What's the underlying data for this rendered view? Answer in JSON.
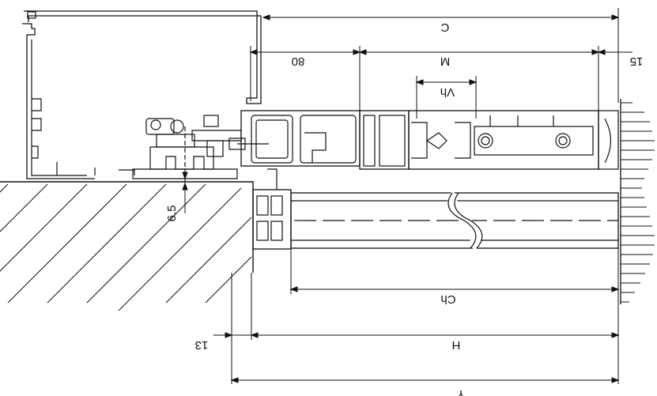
{
  "dimensions": {
    "C": "C",
    "d80": "80",
    "M": "M",
    "d15": "15",
    "Vh": "Vh",
    "d65": "6.5",
    "Ch": "Ch",
    "d13": "13",
    "H": "H",
    "Y": "Y"
  },
  "colors": {
    "line": "#111111",
    "hatch": "#222222",
    "glass_fill": "#ffffff"
  }
}
